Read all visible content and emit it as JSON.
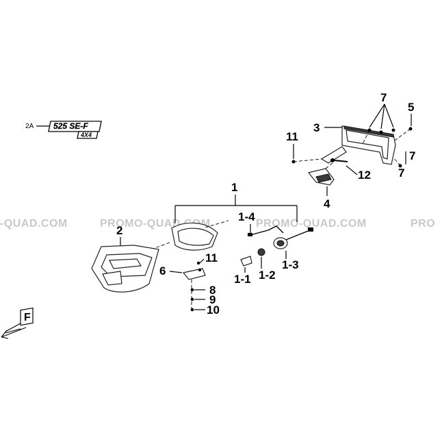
{
  "diagram": {
    "callouts": {
      "c1": "1",
      "c1_4": "1-4",
      "c1_1": "1-1",
      "c1_2": "1-2",
      "c1_3": "1-3",
      "c2": "2",
      "c2a": "2A",
      "c3": "3",
      "c4": "4",
      "c5": "5",
      "c6": "6",
      "c7a": "7",
      "c7b": "7",
      "c7c": "7",
      "c8": "8",
      "c9": "9",
      "c10": "10",
      "c11a": "11",
      "c11b": "11",
      "c12": "12"
    },
    "decal": {
      "line1": "525 SE-F",
      "line2": "4X4"
    },
    "front_marker": "F",
    "watermark": {
      "left": "-QUAD.COM",
      "mid1": "PROMO-QUAD.COM",
      "mid2": "PROMO-QUAD.COM",
      "right": "PRO"
    }
  },
  "colors": {
    "line": "#000000",
    "watermark": "#c8c8c8",
    "background": "#ffffff"
  }
}
